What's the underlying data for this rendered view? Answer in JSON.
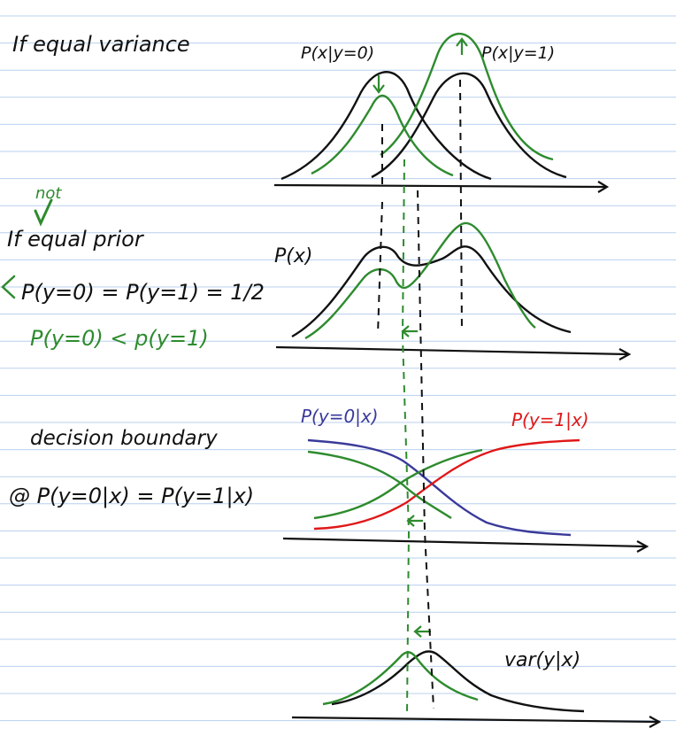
{
  "colors": {
    "ruled_line": "#b8d0ee",
    "black": "#111111",
    "green": "#2e8b2e",
    "blue": "#3a3a9a",
    "red": "#e01818"
  },
  "left_notes": {
    "heading_variance": "If equal variance",
    "annotation_not": "not",
    "heading_prior": "If equal prior",
    "equal_prior": "P(y=0) = P(y=1) = 1/2",
    "unequal_prior": "P(y=0) < p(y=1)",
    "decision_boundary": "decision boundary",
    "condition": "@ P(y=0|x) = P(y=1|x)"
  },
  "panel_likelihoods": {
    "label_y0": "P(x|y=0)",
    "label_y1": "P(x|y=1)"
  },
  "panel_marginal": {
    "label": "P(x)"
  },
  "panel_posterior": {
    "label_y0": "P(y=0|x)",
    "label_y1": "P(y=1|x)"
  },
  "panel_variance": {
    "label": "var(y|x)"
  }
}
